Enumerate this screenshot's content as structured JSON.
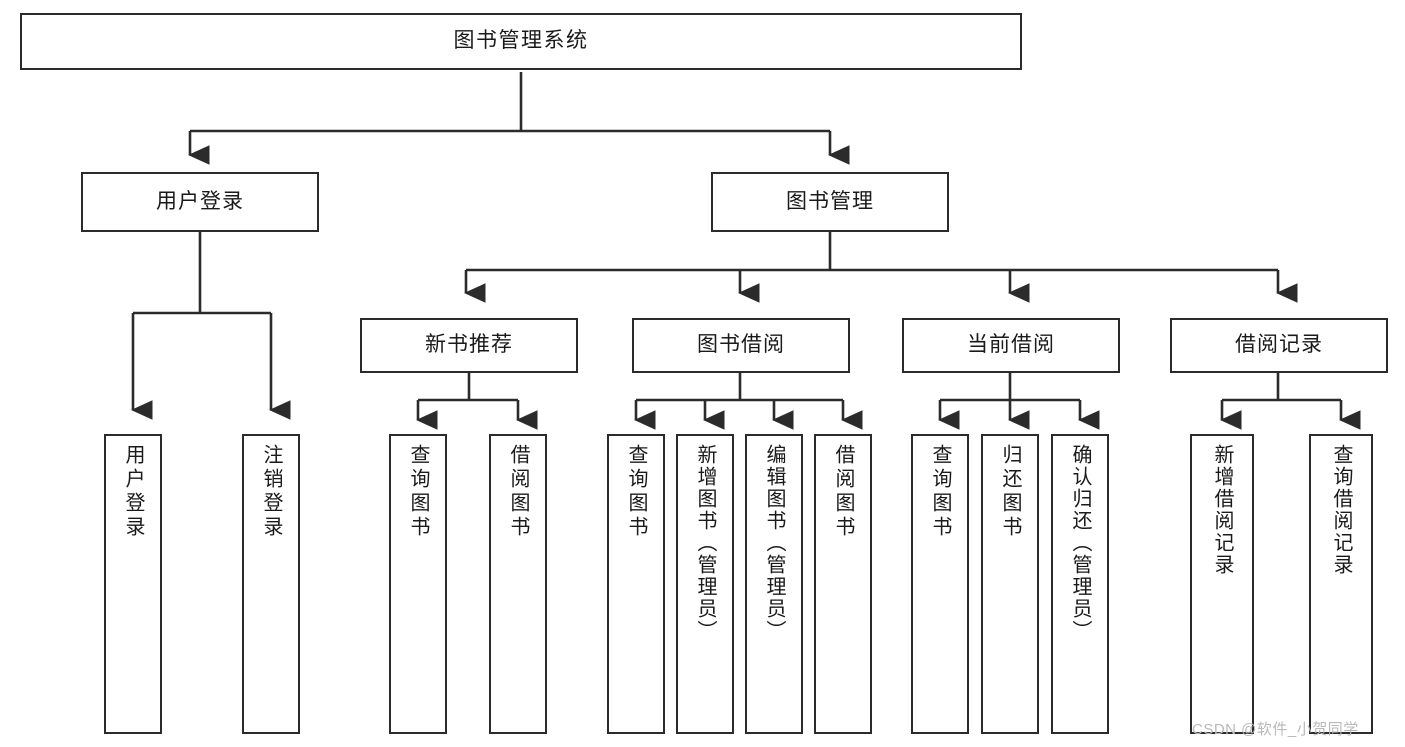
{
  "diagram": {
    "title": "图书管理系统",
    "type": "tree",
    "watermark": "CSDN @软件_小贺同学",
    "colors": {
      "stroke": "#2b2b2b",
      "fill": "#ffffff",
      "text": "#1a1a1a",
      "watermark": "#b9b9b9"
    },
    "nodes": {
      "root": {
        "label": "图书管理系统"
      },
      "level2": [
        {
          "id": "user-login",
          "label": "用户登录"
        },
        {
          "id": "book-manage",
          "label": "图书管理"
        }
      ],
      "level3": [
        {
          "id": "new-book-recommend",
          "label": "新书推荐"
        },
        {
          "id": "book-borrow",
          "label": "图书借阅"
        },
        {
          "id": "current-borrow",
          "label": "当前借阅"
        },
        {
          "id": "borrow-record",
          "label": "借阅记录"
        }
      ],
      "leaves": {
        "user_login": [
          {
            "id": "leaf-user-login",
            "label": "用户登录"
          },
          {
            "id": "leaf-logout",
            "label": "注销登录"
          }
        ],
        "new_book_recommend": [
          {
            "id": "leaf-query-book-1",
            "label": "查询图书"
          },
          {
            "id": "leaf-borrow-book-1",
            "label": "借阅图书"
          }
        ],
        "book_borrow": [
          {
            "id": "leaf-query-book-2",
            "label": "查询图书"
          },
          {
            "id": "leaf-add-book",
            "label": "新增图书（管理员）"
          },
          {
            "id": "leaf-edit-book",
            "label": "编辑图书（管理员）"
          },
          {
            "id": "leaf-borrow-book-2",
            "label": "借阅图书"
          }
        ],
        "current_borrow": [
          {
            "id": "leaf-query-book-3",
            "label": "查询图书"
          },
          {
            "id": "leaf-return-book",
            "label": "归还图书"
          },
          {
            "id": "leaf-confirm-return",
            "label": "确认归还（管理员）"
          }
        ],
        "borrow_record": [
          {
            "id": "leaf-add-record",
            "label": "新增借阅记录"
          },
          {
            "id": "leaf-query-record",
            "label": "查询借阅记录"
          }
        ]
      }
    }
  }
}
